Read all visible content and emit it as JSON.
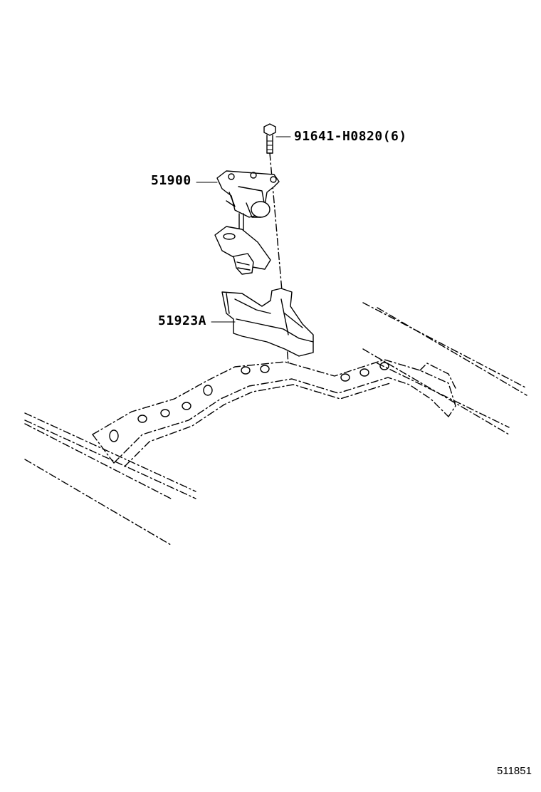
{
  "parts": {
    "bolt_label": "91641-H0820(6)",
    "carrier_label": "51900",
    "bracket_label": "51923A"
  },
  "figure_id": "511851",
  "colors": {
    "line": "#000000",
    "background": "#ffffff"
  }
}
